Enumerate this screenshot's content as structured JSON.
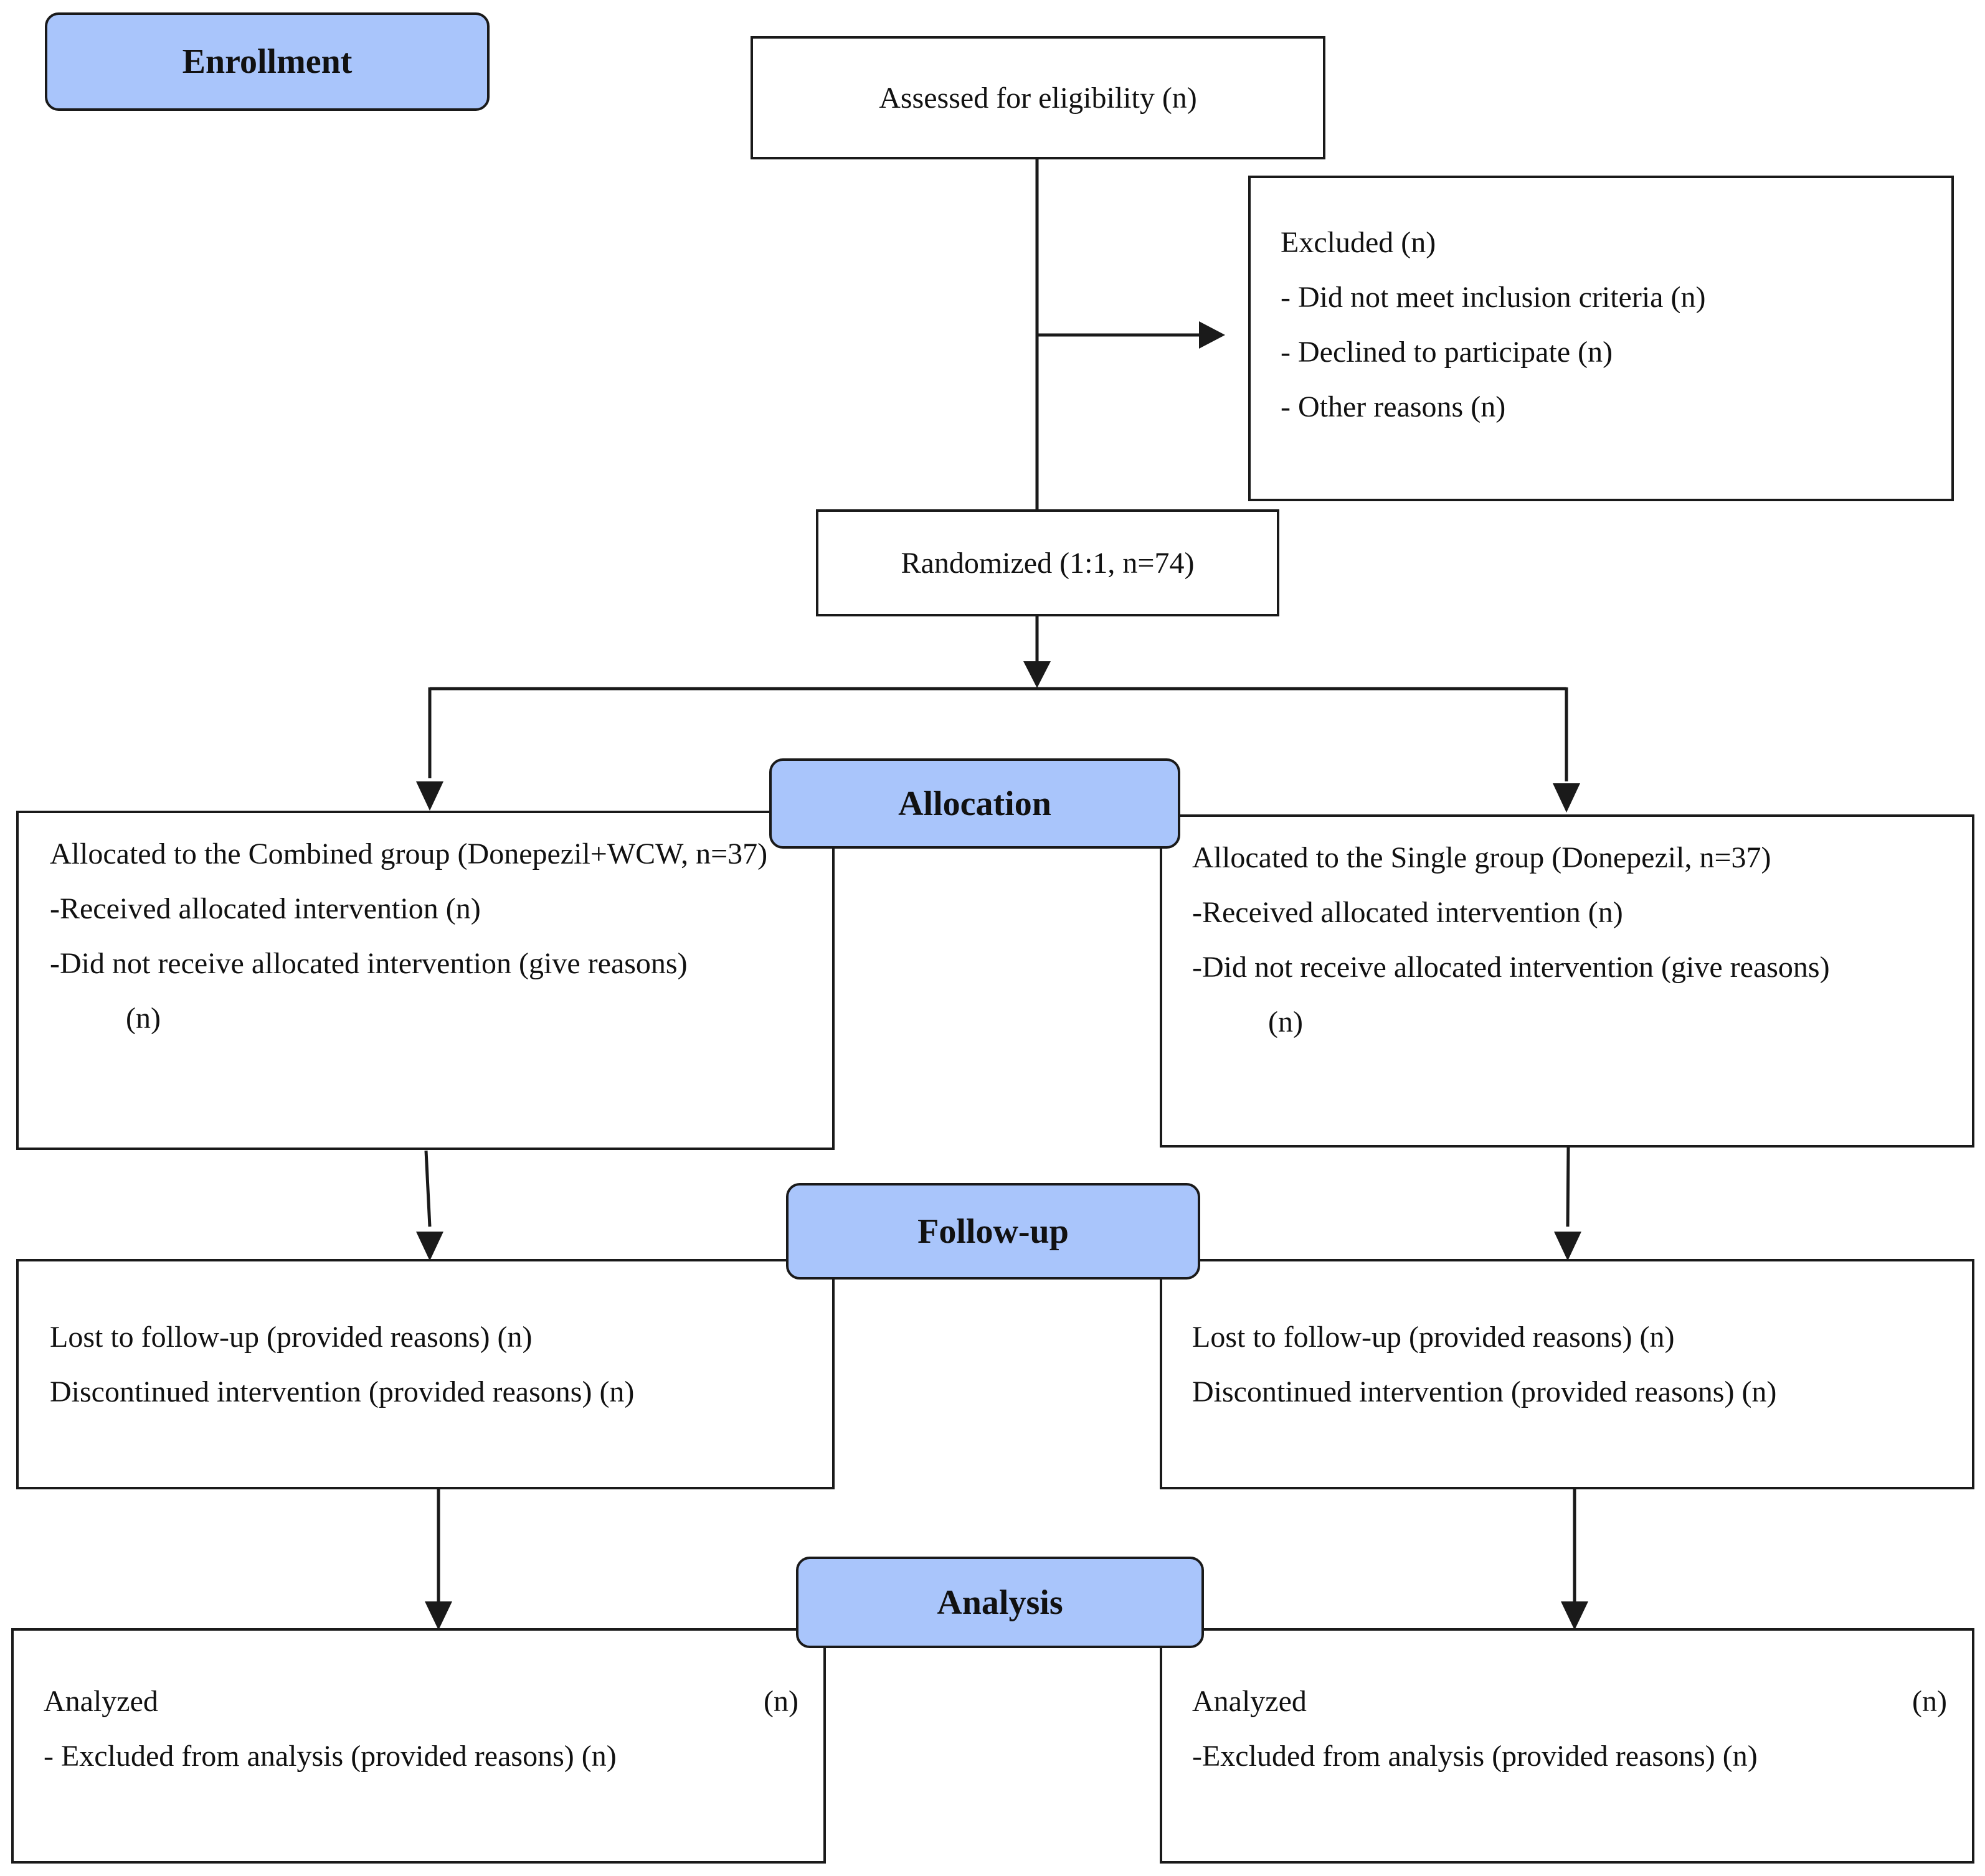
{
  "stages": {
    "enrollment": "Enrollment",
    "allocation": "Allocation",
    "follow_up": "Follow-up",
    "analysis": "Analysis"
  },
  "assessed": "Assessed for eligibility (n)",
  "excluded": {
    "title": "Excluded (n)",
    "reasons": [
      "- Did not meet inclusion criteria (n)",
      "- Declined to participate (n)",
      "- Other reasons (n)"
    ]
  },
  "randomized": "Randomized (1:1, n=74)",
  "allocation": {
    "combined": {
      "heading": "Allocated to the Combined group (Donepezil+WCW, n=37)",
      "received": "-Received allocated intervention (n)",
      "not_received": "-Did not receive allocated intervention (give reasons)",
      "not_received_n": "(n)"
    },
    "single": {
      "heading": "Allocated to the Single group (Donepezil, n=37)",
      "received": "-Received allocated intervention (n)",
      "not_received": "-Did not receive allocated intervention (give reasons)",
      "not_received_n": "(n)"
    }
  },
  "follow_up": {
    "combined": {
      "lost": "Lost to follow-up (provided reasons) (n)",
      "discontinued": "Discontinued intervention (provided reasons) (n)"
    },
    "single": {
      "lost": "Lost to follow-up (provided reasons) (n)",
      "discontinued": "Discontinued intervention (provided reasons) (n)"
    }
  },
  "analysis": {
    "combined": {
      "analyzed": "Analyzed",
      "analyzed_n": "(n)",
      "excluded": "- Excluded from analysis (provided reasons) (n)"
    },
    "single": {
      "analyzed": "Analyzed",
      "analyzed_n": "(n)",
      "excluded": "-Excluded from analysis (provided reasons) (n)"
    }
  }
}
